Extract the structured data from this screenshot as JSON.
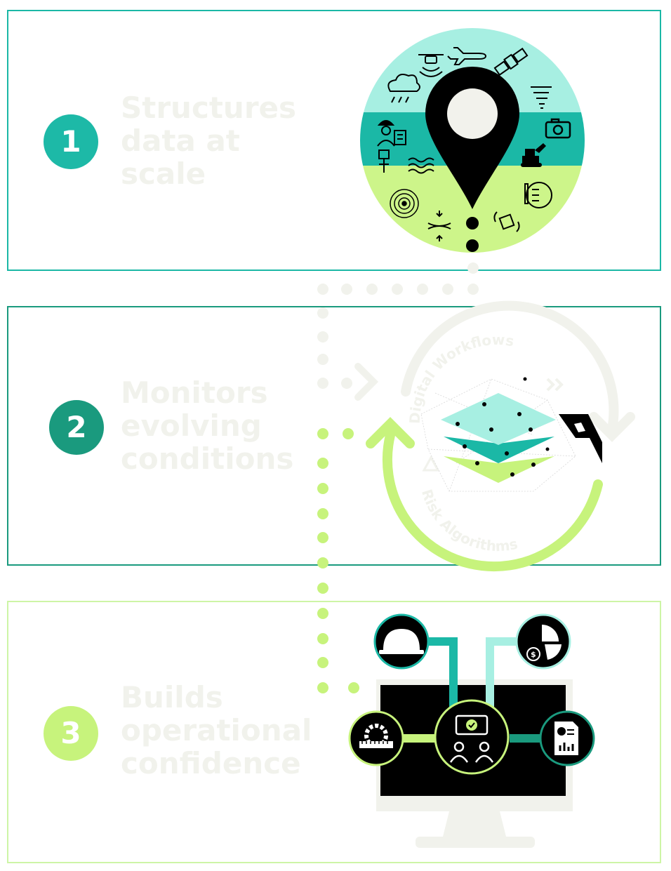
{
  "steps": [
    {
      "number": "1",
      "lines": [
        "Structures",
        "data at",
        "scale"
      ],
      "color": "#1db9a7"
    },
    {
      "number": "2",
      "lines": [
        "Monitors",
        "evolving",
        "conditions"
      ],
      "color": "#1a9a7e"
    },
    {
      "number": "3",
      "lines": [
        "Builds",
        "operational",
        "confidence"
      ],
      "color": "#c7f37c"
    }
  ],
  "cycle": {
    "top_label": "Digital Workflows",
    "bottom_label": "Risk Algorithms"
  },
  "icons": {
    "step1": [
      "drone-icon",
      "airplane-icon",
      "satellite-icon",
      "rain-cloud-icon",
      "tornado-icon",
      "camera-icon",
      "worker-checklist-icon",
      "excavator-icon",
      "sensor-probe-icon",
      "water-waves-icon",
      "vibration-rings-icon",
      "compression-icon",
      "seismic-device-icon",
      "lab-report-icon",
      "location-pin-icon"
    ],
    "step2": [
      "data-layers-icon",
      "cycle-arrows-icon",
      "logo-mark-icon",
      "warning-icon"
    ],
    "step3": [
      "hard-hat-icon",
      "pie-chart-dollar-icon",
      "gear-ruler-icon",
      "team-approval-icon",
      "report-document-icon",
      "monitor-icon"
    ]
  },
  "colors": {
    "teal_light": "#a7efe2",
    "teal": "#1bb8a6",
    "green_dark": "#1a9a7e",
    "lime": "#cdf58a",
    "lime_bright": "#c7f37c",
    "black": "#000000",
    "faint": "#f1f2ec"
  }
}
